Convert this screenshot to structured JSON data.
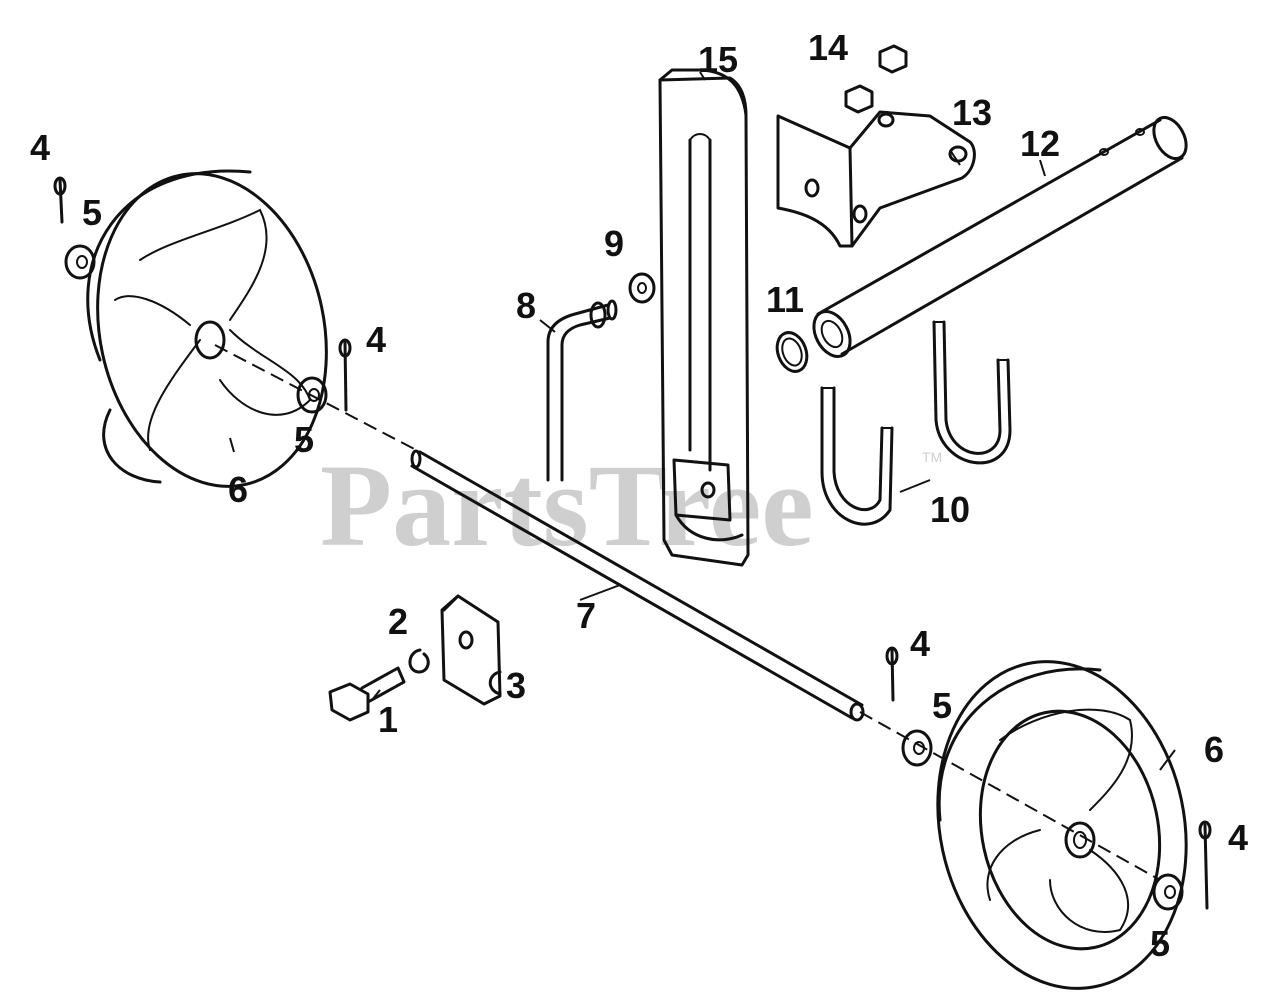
{
  "watermark": {
    "text": "PartsTree",
    "trademark": "TM"
  },
  "callouts": {
    "c1": "1",
    "c2": "2",
    "c3": "3",
    "c4a": "4",
    "c4b": "4",
    "c4c": "4",
    "c4d": "4",
    "c5a": "5",
    "c5b": "5",
    "c5c": "5",
    "c5d": "5",
    "c6a": "6",
    "c6b": "6",
    "c7": "7",
    "c8": "8",
    "c9": "9",
    "c10": "10",
    "c11": "11",
    "c12": "12",
    "c13": "13",
    "c14": "14",
    "c15": "15"
  },
  "colors": {
    "ink": "#111111",
    "watermark": "#cfcfcf",
    "background": "#ffffff"
  }
}
